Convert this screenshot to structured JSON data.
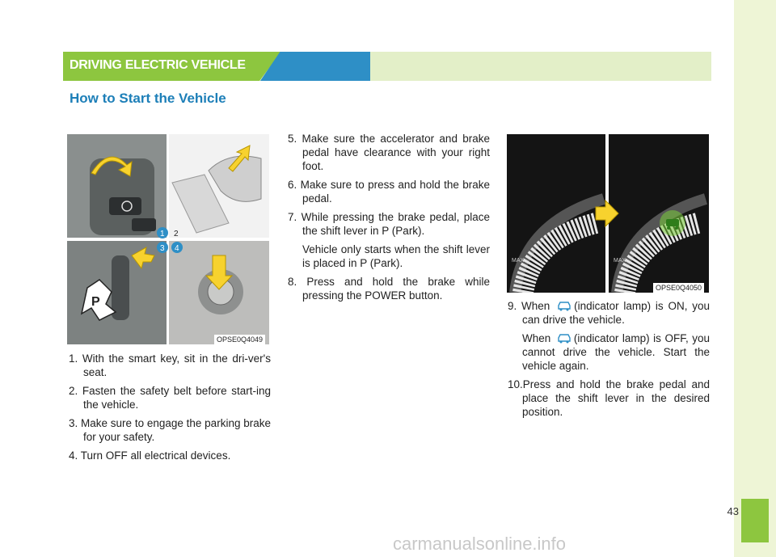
{
  "header": {
    "section_title": "DRIVING ELECTRIC VEHICLE",
    "subheading": "How to Start the Vehicle"
  },
  "figures": [
    {
      "code": "OPSE0Q4049",
      "callouts": [
        "1",
        "2",
        "3",
        "4"
      ]
    },
    {
      "code": "OPSE0Q4050",
      "callouts": [
        "MAX",
        "MAX"
      ]
    }
  ],
  "steps_left": [
    "1. With the smart key, sit in the dri-ver's seat.",
    "2. Fasten the safety belt before start-ing the vehicle.",
    "3. Make sure to engage the parking brake for your safety.",
    "4. Turn OFF all electrical devices."
  ],
  "steps_middle": [
    "5. Make sure the accelerator and brake pedal have clearance with your right foot.",
    "6. Make sure to press and hold the brake pedal.",
    "7. While pressing the brake pedal, place the shift lever in P (Park).",
    "Vehicle only starts when the shift lever is placed in P (Park).",
    "8. Press and hold the brake while pressing the POWER button."
  ],
  "steps_right": {
    "step9_a_prefix": "9. When",
    "step9_a_suffix": "(indicator lamp) is ON, you can drive the vehicle.",
    "step9_b_prefix": "When",
    "step9_b_suffix": "(indicator lamp) is OFF, you cannot drive the vehicle. Start the vehicle again.",
    "step10": "10.Press and hold the brake pedal and place the shift lever in the desired position."
  },
  "page_number": "43",
  "watermark": "carmanualsonline.info",
  "icons": {
    "indicator_lamp": "car-ready-indicator-icon"
  },
  "colors": {
    "green": "#8dc63f",
    "blue": "#2e8fc6",
    "heading": "#1d7fb8",
    "sidebar": "#eef5d6"
  }
}
